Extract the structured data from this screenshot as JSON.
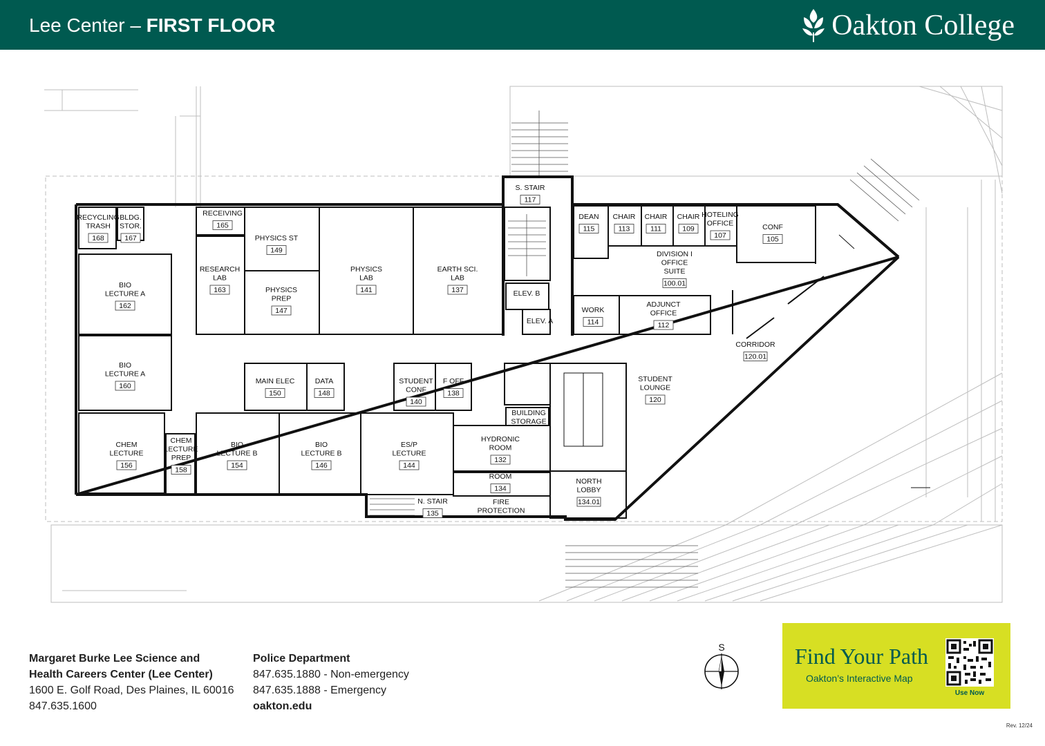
{
  "header": {
    "title_prefix": "Lee Center –",
    "title_floor": "FIRST FLOOR",
    "brand": "Oakton College"
  },
  "rooms": [
    {
      "id": "r168",
      "label": [
        "RECYCLING",
        "TRASH"
      ],
      "num": "168"
    },
    {
      "id": "r167",
      "label": [
        "BLDG.",
        "STOR."
      ],
      "num": "167"
    },
    {
      "id": "r165",
      "label": [
        "RECEIVING"
      ],
      "num": "165"
    },
    {
      "id": "r149",
      "label": [
        "PHYSICS ST"
      ],
      "num": "149"
    },
    {
      "id": "r163",
      "label": [
        "RESEARCH",
        "LAB"
      ],
      "num": "163"
    },
    {
      "id": "r147",
      "label": [
        "PHYSICS",
        "PREP"
      ],
      "num": "147"
    },
    {
      "id": "r141",
      "label": [
        "PHYSICS",
        "LAB"
      ],
      "num": "141"
    },
    {
      "id": "r137",
      "label": [
        "EARTH SCI.",
        "LAB"
      ],
      "num": "137"
    },
    {
      "id": "r117",
      "label": [
        "S. STAIR"
      ],
      "num": "117"
    },
    {
      "id": "rElevB",
      "label": [
        "ELEV. B"
      ],
      "num": ""
    },
    {
      "id": "rElevA",
      "label": [
        "ELEV. A"
      ],
      "num": ""
    },
    {
      "id": "r115",
      "label": [
        "DEAN"
      ],
      "num": "115"
    },
    {
      "id": "r113",
      "label": [
        "CHAIR"
      ],
      "num": "113"
    },
    {
      "id": "r111",
      "label": [
        "CHAIR"
      ],
      "num": "111"
    },
    {
      "id": "r109",
      "label": [
        "CHAIR"
      ],
      "num": "109"
    },
    {
      "id": "r107",
      "label": [
        "HOTELING",
        "OFFICE"
      ],
      "num": "107"
    },
    {
      "id": "r105",
      "label": [
        "CONF"
      ],
      "num": "105"
    },
    {
      "id": "r10001",
      "label": [
        "DIVISION I",
        "OFFICE",
        "SUITE"
      ],
      "num": "100.01"
    },
    {
      "id": "r114",
      "label": [
        "WORK"
      ],
      "num": "114"
    },
    {
      "id": "r112",
      "label": [
        "ADJUNCT",
        "OFFICE"
      ],
      "num": "112"
    },
    {
      "id": "r12001",
      "label": [
        "CORRIDOR"
      ],
      "num": "120.01"
    },
    {
      "id": "r162",
      "label": [
        "BIO",
        "LECTURE A"
      ],
      "num": "162"
    },
    {
      "id": "r160",
      "label": [
        "BIO",
        "LECTURE A"
      ],
      "num": "160"
    },
    {
      "id": "r150",
      "label": [
        "MAIN ELEC"
      ],
      "num": "150"
    },
    {
      "id": "r148",
      "label": [
        "DATA"
      ],
      "num": "148"
    },
    {
      "id": "r140",
      "label": [
        "STUDENT",
        "CONF"
      ],
      "num": "140"
    },
    {
      "id": "r138",
      "label": [
        "F OFF"
      ],
      "num": "138"
    },
    {
      "id": "rBldgStorage",
      "label": [
        "BUILDING",
        "STORAGE"
      ],
      "num": ""
    },
    {
      "id": "r120",
      "label": [
        "STUDENT",
        "LOUNGE"
      ],
      "num": "120"
    },
    {
      "id": "r156",
      "label": [
        "CHEM",
        "LECTURE"
      ],
      "num": "156"
    },
    {
      "id": "r158",
      "label": [
        "CHEM",
        "LECTURE",
        "PREP"
      ],
      "num": "158"
    },
    {
      "id": "r154",
      "label": [
        "BIO",
        "LECTURE B"
      ],
      "num": "154"
    },
    {
      "id": "r146",
      "label": [
        "BIO",
        "LECTURE B"
      ],
      "num": "146"
    },
    {
      "id": "r144",
      "label": [
        "ES/P",
        "LECTURE"
      ],
      "num": "144"
    },
    {
      "id": "r132",
      "label": [
        "HYDRONIC",
        "ROOM"
      ],
      "num": "132"
    },
    {
      "id": "r134",
      "label": [
        "ROOM"
      ],
      "num": "134"
    },
    {
      "id": "r13401",
      "label": [
        "NORTH",
        "LOBBY"
      ],
      "num": "134.01"
    },
    {
      "id": "r135",
      "label": [
        "N. STAIR"
      ],
      "num": "135"
    },
    {
      "id": "rFire",
      "label": [
        "FIRE",
        "PROTECTION"
      ],
      "num": ""
    }
  ],
  "footer": {
    "building_line1": "Margaret Burke Lee Science and",
    "building_line2": "Health Careers Center (Lee Center)",
    "address": "1600 E. Golf Road, Des Plaines, IL 60016",
    "phone": "847.635.1600",
    "police_title": "Police Department",
    "police_nonemergency": "847.635.1880 - Non-emergency",
    "police_emergency": "847.635.1888 - Emergency",
    "website": "oakton.edu"
  },
  "compass": {
    "label": "S"
  },
  "promo": {
    "title": "Find Your Path",
    "subtitle": "Oakton’s Interactive Map",
    "cta": "Use Now"
  },
  "revision": "Rev. 12/24",
  "colors": {
    "brand_green": "#005a50",
    "promo_yellow": "#d7df23"
  }
}
